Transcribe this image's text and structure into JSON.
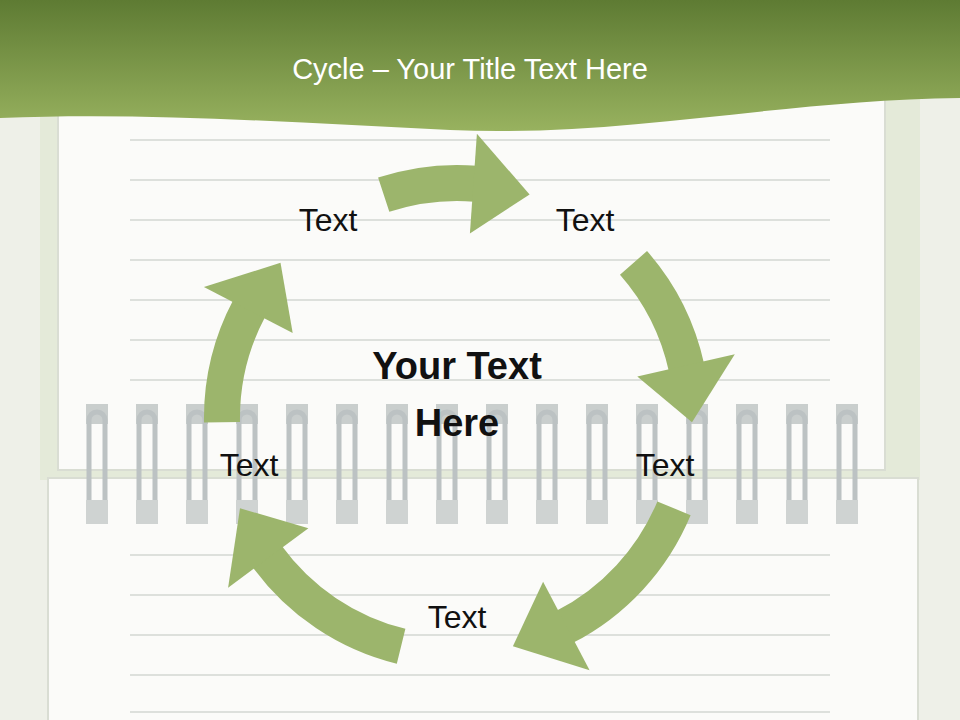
{
  "diagram": {
    "title": "Cycle – Your Title Text Here",
    "nodes": [
      {
        "text": [
          "Text"
        ]
      },
      {
        "text": [
          "Text"
        ]
      },
      {
        "text": [
          "Text"
        ]
      },
      {
        "text": [
          "Text"
        ]
      },
      {
        "text": [
          "Text"
        ]
      }
    ],
    "edges": [
      {
        "from": 0,
        "to": 1,
        "arrow": "to"
      },
      {
        "from": 1,
        "to": 2,
        "arrow": "to"
      },
      {
        "from": 2,
        "to": 3,
        "arrow": "to"
      },
      {
        "from": 3,
        "to": 4,
        "arrow": "to"
      },
      {
        "from": 4,
        "to": 0,
        "arrow": "to"
      }
    ],
    "labels": [
      "Your Text Here"
    ]
  }
}
